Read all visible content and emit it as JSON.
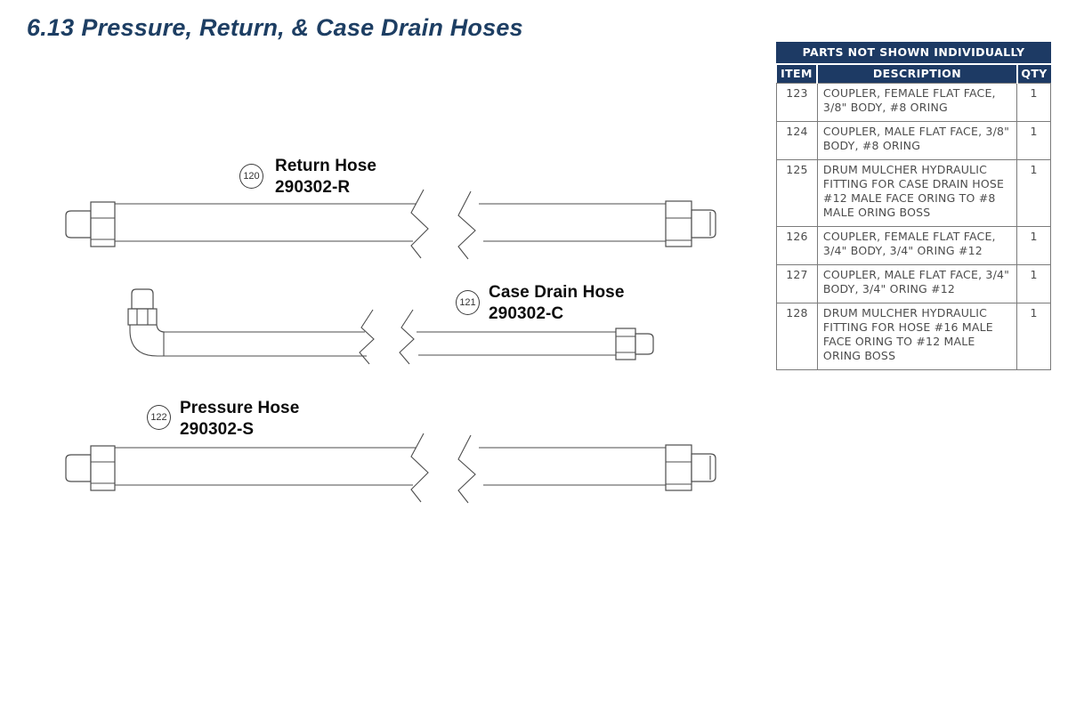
{
  "page": {
    "section_number": "6.13",
    "section_title": "Pressure, Return, & Case Drain Hoses"
  },
  "callouts": [
    {
      "num": "120",
      "name": "Return Hose",
      "part": "290302-R"
    },
    {
      "num": "121",
      "name": "Case Drain Hose",
      "part": "290302-C"
    },
    {
      "num": "122",
      "name": "Pressure Hose",
      "part": "290302-S"
    }
  ],
  "parts_table": {
    "title": "PARTS NOT SHOWN INDIVIDUALLY",
    "headers": {
      "item": "ITEM",
      "description": "DESCRIPTION",
      "qty": "QTY"
    },
    "rows": [
      {
        "item": "123",
        "description": "COUPLER, FEMALE FLAT FACE, 3/8\" BODY, #8 ORING",
        "qty": "1"
      },
      {
        "item": "124",
        "description": "COUPLER, MALE FLAT FACE, 3/8\" BODY, #8 ORING",
        "qty": "1"
      },
      {
        "item": "125",
        "description": "DRUM MULCHER HYDRAULIC FITTING FOR CASE DRAIN HOSE #12 MALE FACE ORING TO #8 MALE ORING BOSS",
        "qty": "1"
      },
      {
        "item": "126",
        "description": "COUPLER, FEMALE FLAT FACE, 3/4\" BODY, 3/4\" ORING #12",
        "qty": "1"
      },
      {
        "item": "127",
        "description": "COUPLER, MALE FLAT FACE, 3/4\" BODY, 3/4\" ORING #12",
        "qty": "1"
      },
      {
        "item": "128",
        "description": "DRUM MULCHER HYDRAULIC FITTING FOR HOSE #16 MALE FACE ORING TO #12 MALE ORING BOSS",
        "qty": "1"
      }
    ]
  },
  "colors": {
    "navy": "#1d3a64",
    "title-text": "#1d3e63",
    "table-border": "#7b7b7b",
    "body-text": "#4c4c4c",
    "line": "#4d4d4d"
  }
}
